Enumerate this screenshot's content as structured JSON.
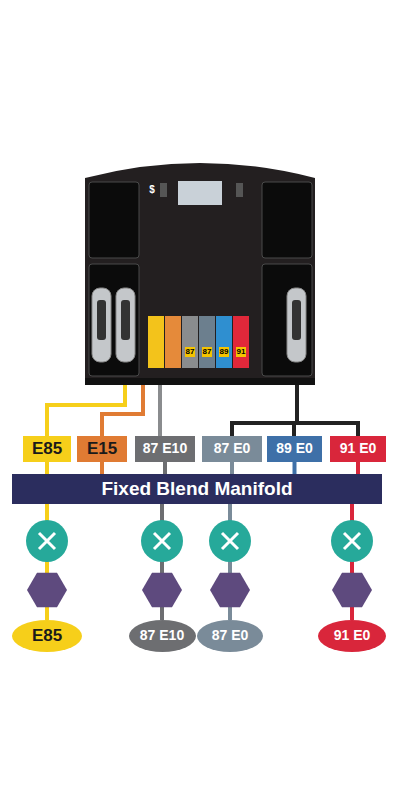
{
  "diagram": {
    "nodes": [
      {
        "text": [
          "E85"
        ]
      },
      {
        "text": [
          "E15"
        ]
      },
      {
        "text": [
          "87 E10"
        ]
      },
      {
        "text": [
          "87 E0"
        ]
      },
      {
        "text": [
          "89 E0"
        ]
      },
      {
        "text": [
          "91 E0"
        ]
      },
      {
        "text": [
          "Fixed Blend Manifold"
        ]
      },
      {
        "text": [
          "E85"
        ]
      },
      {
        "text": [
          "87 E10"
        ]
      },
      {
        "text": [
          "87 E0"
        ]
      },
      {
        "text": [
          "91 E0"
        ]
      }
    ],
    "edges": [
      {
        "from": 0,
        "to": 6,
        "arrow": "none"
      },
      {
        "from": 1,
        "to": 6,
        "arrow": "none"
      },
      {
        "from": 2,
        "to": 6,
        "arrow": "none"
      },
      {
        "from": 3,
        "to": 6,
        "arrow": "none"
      },
      {
        "from": 4,
        "to": 6,
        "arrow": "none"
      },
      {
        "from": 5,
        "to": 6,
        "arrow": "none"
      },
      {
        "from": 6,
        "to": 7,
        "arrow": "none"
      },
      {
        "from": 6,
        "to": 8,
        "arrow": "none"
      },
      {
        "from": 6,
        "to": 9,
        "arrow": "none"
      },
      {
        "from": 6,
        "to": 10,
        "arrow": "none"
      }
    ],
    "labels": [
      "$",
      "87",
      "87",
      "89",
      "91"
    ]
  }
}
